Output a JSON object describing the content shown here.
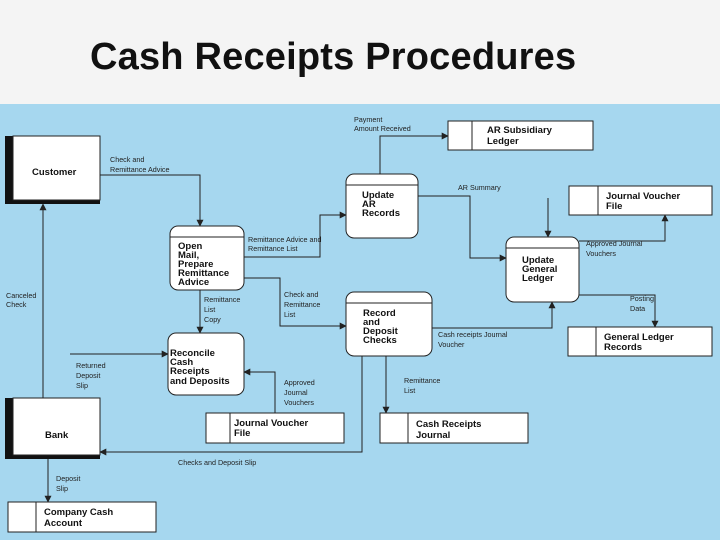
{
  "title": "Cash Receipts Procedures",
  "entities": {
    "customer": "Customer",
    "bank": "Bank"
  },
  "processes": {
    "open_mail": [
      "Open",
      "Mail,",
      "Prepare",
      "Remittance",
      "Advice"
    ],
    "update_ar": [
      "Update",
      "AR",
      "Records"
    ],
    "record_deposit": [
      "Record",
      "and",
      "Deposit",
      "Checks"
    ],
    "update_gl": [
      "Update",
      "General",
      "Ledger"
    ],
    "reconcile": [
      "Reconcile",
      "Cash",
      "Receipts",
      "and Deposits"
    ]
  },
  "stores": {
    "ar_subsidiary": [
      "AR Subsidiary",
      "Ledger"
    ],
    "journal_voucher_top": [
      "Journal Voucher",
      "File"
    ],
    "general_ledger": [
      "General Ledger",
      "Records"
    ],
    "journal_voucher_bottom": [
      "Journal Voucher",
      "File"
    ],
    "cash_receipts_journal": [
      "Cash Receipts",
      "Journal"
    ],
    "company_cash": [
      "Company Cash",
      "Account"
    ]
  },
  "flows": {
    "payment_amount": [
      "Payment",
      "Amount Received"
    ],
    "check_remittance": [
      "Check and",
      "Remittance Advice"
    ],
    "ar_summary": "AR Summary",
    "remit_advice_list": [
      "Remittance Advice and",
      "Remittance List"
    ],
    "approved_jv_right": [
      "Approved Journal",
      "Vouchers"
    ],
    "canceled_check": [
      "Canceled",
      "Check"
    ],
    "remit_list_copy": [
      "Remittance",
      "List",
      "Copy"
    ],
    "check_remit_list": [
      "Check and",
      "Remittance",
      "List"
    ],
    "posting_data": [
      "Posting",
      "Data"
    ],
    "cash_receipts_jv": [
      "Cash receipts Journal",
      "Voucher"
    ],
    "returned_deposit": [
      "Returned",
      "Deposit",
      "Slip"
    ],
    "approved_jv_left": [
      "Approved",
      "Journal",
      "Vouchers"
    ],
    "remittance_list": [
      "Remittance",
      "List"
    ],
    "checks_deposit_slip": "Checks and Deposit Slip",
    "deposit_slip": [
      "Deposit",
      "Slip"
    ]
  }
}
